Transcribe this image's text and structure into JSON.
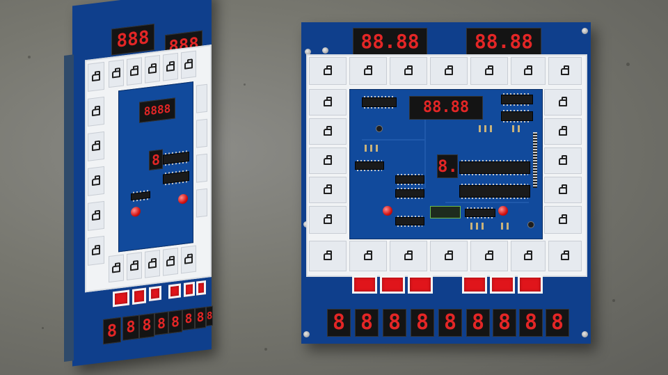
{
  "scene": "two arcade slot-machine control PCBs on concrete floor",
  "right_board": {
    "top_left_display": "88.88",
    "top_right_display": "88.88",
    "center_display": "88.88",
    "single_digit": "8.",
    "bottom_digits": [
      "8",
      "8",
      "8",
      "8",
      "8",
      "8",
      "8",
      "8",
      "8"
    ]
  },
  "left_board": {
    "top_left_display": "888",
    "top_right_display": "888",
    "center_display": "8888",
    "single_digit": "8",
    "bottom_digits": [
      "8",
      "8",
      "8",
      "8",
      "8",
      "8",
      "8",
      "8"
    ]
  },
  "colors": {
    "pcb": "#0f3f8c",
    "frame": "#f1f3f5",
    "led": "#e32626",
    "button": "#e0151b",
    "floor": "#77776f"
  }
}
